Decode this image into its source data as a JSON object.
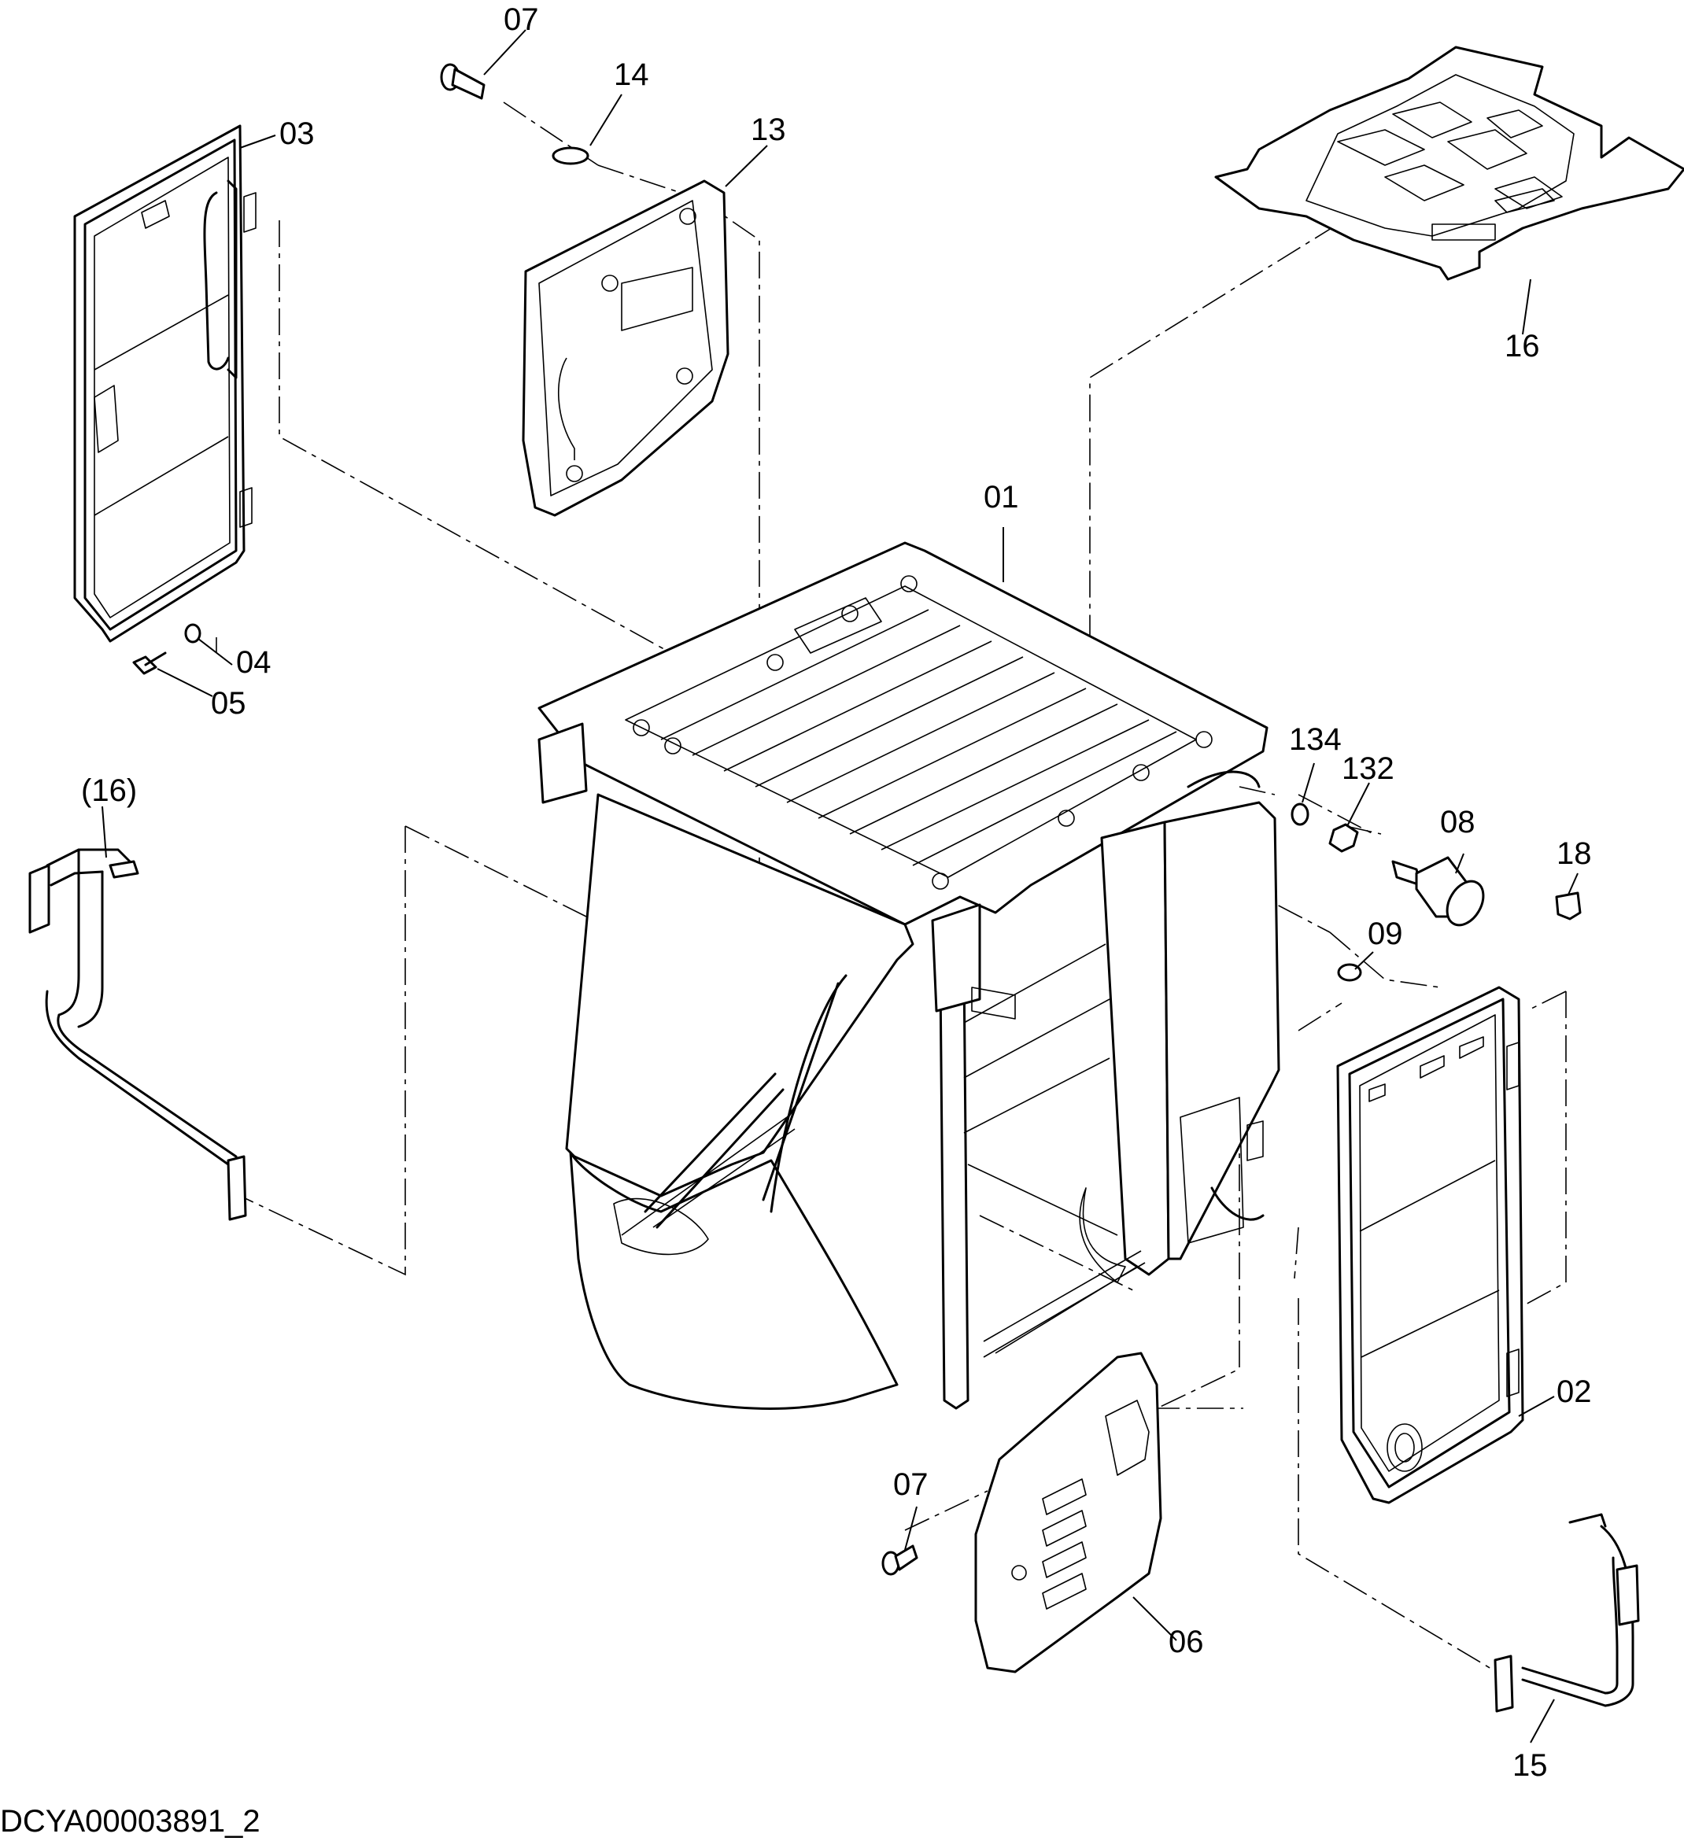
{
  "drawing_code": "DCYA00003891_2",
  "callouts": [
    {
      "id": "c01",
      "text": "01"
    },
    {
      "id": "c02",
      "text": "02"
    },
    {
      "id": "c03",
      "text": "03"
    },
    {
      "id": "c04",
      "text": "04"
    },
    {
      "id": "c05",
      "text": "05"
    },
    {
      "id": "c06",
      "text": "06"
    },
    {
      "id": "c07a",
      "text": "07"
    },
    {
      "id": "c07b",
      "text": "07"
    },
    {
      "id": "c08",
      "text": "08"
    },
    {
      "id": "c09",
      "text": "09"
    },
    {
      "id": "c13",
      "text": "13"
    },
    {
      "id": "c14",
      "text": "14"
    },
    {
      "id": "c15",
      "text": "15"
    },
    {
      "id": "c16a",
      "text": "16"
    },
    {
      "id": "c16b",
      "text": "(16)"
    },
    {
      "id": "c18",
      "text": "18"
    },
    {
      "id": "c132",
      "text": "132"
    },
    {
      "id": "c134",
      "text": "134"
    }
  ]
}
